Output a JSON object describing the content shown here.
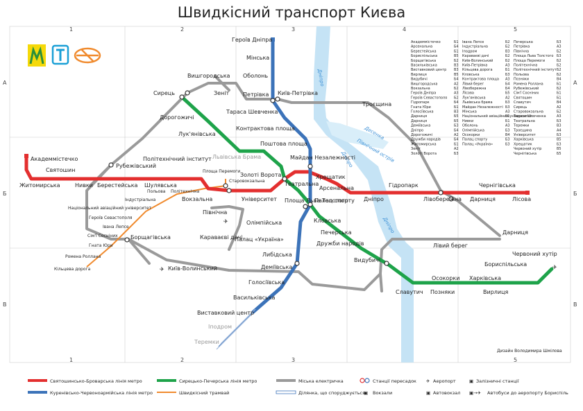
{
  "title": "Швидкісний транспорт Києва",
  "credit": "Дизайн Володимира Шмілова",
  "colors": {
    "red": "#e32f2f",
    "blue": "#3c73b9",
    "green": "#1ea34a",
    "gray": "#9a9a9a",
    "orange": "#f08a2d",
    "river": "#b8dcf2"
  },
  "grid": {
    "cols": [
      "1",
      "2",
      "3",
      "4",
      "5"
    ],
    "rows": [
      "А",
      "Б",
      "В"
    ]
  },
  "rivers": {
    "main": "Дніпро",
    "branch": "Десенка"
  },
  "stations": {
    "geroiv_dnipra": "Героїв Дніпра",
    "minska": "Мінська",
    "obolon": "Оболонь",
    "petrivka": "Петрівка",
    "kyiv_petrivka": "Київ-Петрівка",
    "taras": "Тараса Шевченка",
    "kontraktova": "Контрактова площа",
    "poshtova": "Поштова площа",
    "maidan": "Майдан\nНезалежності",
    "zoloti": "Золоті Ворота",
    "teatralna": "Театральна",
    "khreshchatyk": "Хрещатик",
    "arsenalna": "Арсенальна",
    "dnipro": "Дніпро",
    "gidropark": "Гідропарк",
    "livoberezhna": "Лівобережна",
    "darnytsia": "Дарниця",
    "chernihivska": "Чернігівська",
    "lisova": "Лісова",
    "akademmistechko": "Академмістечко",
    "zhytomyrska": "Житомирська",
    "sviatoshyn": "Святошин",
    "nyvky": "Нивки",
    "beresteiska": "Берестейська",
    "shuliavska": "Шулявська",
    "politekhnichnyi": "Політехнічний\nінститут",
    "vokzalna": "Вокзальна",
    "universytet": "Університет",
    "ploshcha_lva": "Площа\nЛьва Толстого",
    "palats_sportu": "Палац спорту",
    "klovska": "Кловська",
    "pecherska": "Печерська",
    "druzhby": "Дружби народів",
    "vydubychi": "Видубичі",
    "slavutych": "Славутич",
    "osokorky": "Осокорки",
    "pozniaky": "Позняки",
    "kharkivska": "Харківська",
    "vyrlytsia": "Вирлиця",
    "boryspilska": "Бориспільська",
    "chervonyi": "Червоний хутір",
    "syrets": "Сирець",
    "dorohozhychi": "Дорогожичі",
    "lukianivska": "Лук'янівська",
    "lvivska": "Львівська Брама",
    "olimpiiska": "Олімпійська",
    "palats_ukraina": "Палац «Україна»",
    "lybidska": "Либідська",
    "demiivska": "Деміївська",
    "holosiivska": "Голосіївська",
    "vasylkivska": "Васильківська",
    "vystavkovyi": "Виставковий центр",
    "ipodrom": "Іподром",
    "teremky": "Теремки",
    "vyshhorodska": "Вишгородська",
    "zenit": "Зеніт",
    "troieshchyna": "Троєщина",
    "rubezhivskyi": "Рубежівський",
    "pivnichna": "Північна",
    "karavaievi": "Караваєві дачі",
    "kyiv_volynskyi": "Київ-Волинський",
    "borshchahivska": "Борщагівська",
    "livyi_bereh": "Лівий берег",
    "darnytsia_rail": "Дарниця",
    "ploshcha_peremohy": "Площа Перемоги",
    "starovokzalna": "Старовокзальна",
    "polova": "Польова",
    "politekhnichna": "Політехнічна",
    "industrialna": "Індустріальна",
    "nau": "Національний авіаційний університет",
    "heroiv_sev": "Героїв Севастополя",
    "ivana_lepse": "Івана Лепсе",
    "simi_sosninykh": "Сім'ї Сосніних",
    "hnata_yuri": "Гната Юри",
    "romena": "Ромена Роллана",
    "kiltseva": "Кільцева дорога",
    "desenka": "Десенка",
    "pivnichnyi_ostriv": "Північний острів",
    "dnipro_label": "Дніпро"
  },
  "legend": {
    "red": "Святошинсько-Броварська лінія метро",
    "blue": "Куренівсько-Червоноармійська лінія метро",
    "green": "Сирецько-Печерська лінія метро",
    "orange": "Швидкісний трамвай",
    "gray": "Міська електричка",
    "construction": "Ділянка, що споруджується",
    "transfer": "Станції пересадок",
    "vokzaly": "Вокзали",
    "airport": "Аеропорт",
    "bus_station": "Автовокзал",
    "rail": "Залізничні станції",
    "bus_airport": "Автобуси до аеропорту Бориспіль"
  },
  "index_cols": [
    [
      [
        "Академмістечко",
        "Б1"
      ],
      [
        "Арсенальна",
        "Б4"
      ],
      [
        "Берестейська",
        "Б1"
      ],
      [
        "Бориспільська",
        "В5"
      ],
      [
        "Борщагівська",
        "Б2"
      ],
      [
        "Васильківська",
        "В3"
      ],
      [
        "Виставковий центр",
        "В3"
      ],
      [
        "Вирлиця",
        "В5"
      ],
      [
        "Видубичі",
        "Б4"
      ],
      [
        "Вишгородська",
        "А2"
      ],
      [
        "Вокзальна",
        "Б2"
      ],
      [
        "Героїв Дніпра",
        "А3"
      ],
      [
        "Героїв Севастополя",
        "Б2"
      ],
      [
        "Гідропарк",
        "Б4"
      ],
      [
        "Гната Юри",
        "Б1"
      ],
      [
        "Голосіївська",
        "В3"
      ],
      [
        "Дарниця",
        "Б5"
      ],
      [
        "Дарниця",
        "Б5"
      ],
      [
        "Деміївська",
        "Б3"
      ],
      [
        "Дніпро",
        "Б4"
      ],
      [
        "Дорогожичі",
        "А2"
      ],
      [
        "Дружби народів",
        "Б4"
      ],
      [
        "Житомирська",
        "Б1"
      ],
      [
        "Зеніт",
        "А2"
      ],
      [
        "Золоті Ворота",
        "Б3"
      ]
    ],
    [
      [
        "Івана Лепсе",
        "Б2"
      ],
      [
        "Індустріальна",
        "Б2"
      ],
      [
        "Іподром",
        "В3"
      ],
      [
        "Караваєві дачі",
        "Б2"
      ],
      [
        "Київ-Волинський",
        "Б2"
      ],
      [
        "Київ-Петрівка",
        "А3"
      ],
      [
        "Кільцева дорога",
        "Б1"
      ],
      [
        "Кловська",
        "Б3"
      ],
      [
        "Контрактова площа",
        "А3"
      ],
      [
        "Лівий берег",
        "Б4"
      ],
      [
        "Лівобережна",
        "Б4"
      ],
      [
        "Лісова",
        "Б5"
      ],
      [
        "Лук'янівська",
        "А2"
      ],
      [
        "Львівська брама",
        "Б3"
      ],
      [
        "Майдан Незалежності",
        "Б3"
      ],
      [
        "Мінська",
        "А3"
      ],
      [
        "Національний авіаційний університет",
        "Б1"
      ],
      [
        "Нивки",
        "Б1"
      ],
      [
        "Оболонь",
        "А3"
      ],
      [
        "Олімпійська",
        "Б3"
      ],
      [
        "Осокорки",
        "В4"
      ],
      [
        "Палац спорту",
        "Б3"
      ],
      [
        "Палац «Україна»",
        "Б3"
      ]
    ],
    [
      [
        "Печерська",
        "Б3"
      ],
      [
        "Петрівка",
        "А3"
      ],
      [
        "Північна",
        "Б2"
      ],
      [
        "Площа Льва Толстого",
        "Б3"
      ],
      [
        "Площа Перемоги",
        "Б2"
      ],
      [
        "Політехнічна",
        "Б2"
      ],
      [
        "Політехнічний інститут",
        "Б2"
      ],
      [
        "Польова",
        "Б2"
      ],
      [
        "Позняки",
        "В4"
      ],
      [
        "Ромена Роллана",
        "Б1"
      ],
      [
        "Рубежівський",
        "Б2"
      ],
      [
        "Сім'ї Сосніних",
        "Б1"
      ],
      [
        "Святошин",
        "Б1"
      ],
      [
        "Славутич",
        "В4"
      ],
      [
        "Сирець",
        "А2"
      ],
      [
        "Старовокзальна",
        "Б2"
      ],
      [
        "Тараса Шевченка",
        "А3"
      ],
      [
        "Театральна",
        "Б3"
      ],
      [
        "Теремки",
        "В3"
      ],
      [
        "Троєщина",
        "А4"
      ],
      [
        "Університет",
        "Б3"
      ],
      [
        "Харківська",
        "В5"
      ],
      [
        "Хрещатик",
        "Б3"
      ],
      [
        "Червоний хутір",
        "В5"
      ],
      [
        "Чернігівська",
        "Б5"
      ]
    ]
  ]
}
